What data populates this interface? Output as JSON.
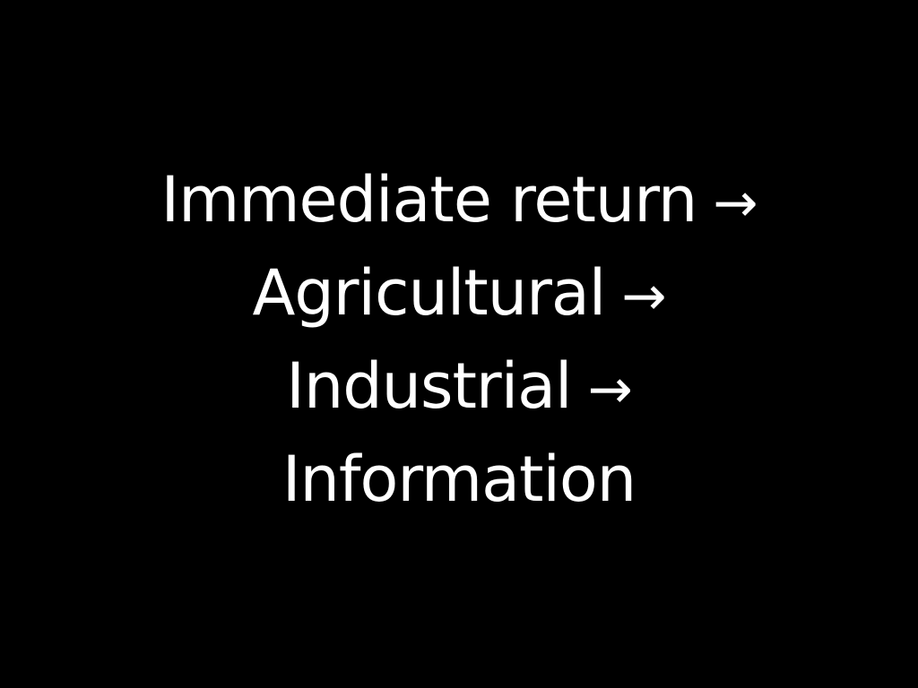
{
  "slide": {
    "background_color": "#000000",
    "text_color": "#ffffff",
    "lines": [
      {
        "text": "Immediate return",
        "arrow": "→"
      },
      {
        "text": "Agricultural",
        "arrow": "→"
      },
      {
        "text": "Industrial",
        "arrow": "→"
      },
      {
        "text": "Information",
        "arrow": ""
      }
    ]
  }
}
